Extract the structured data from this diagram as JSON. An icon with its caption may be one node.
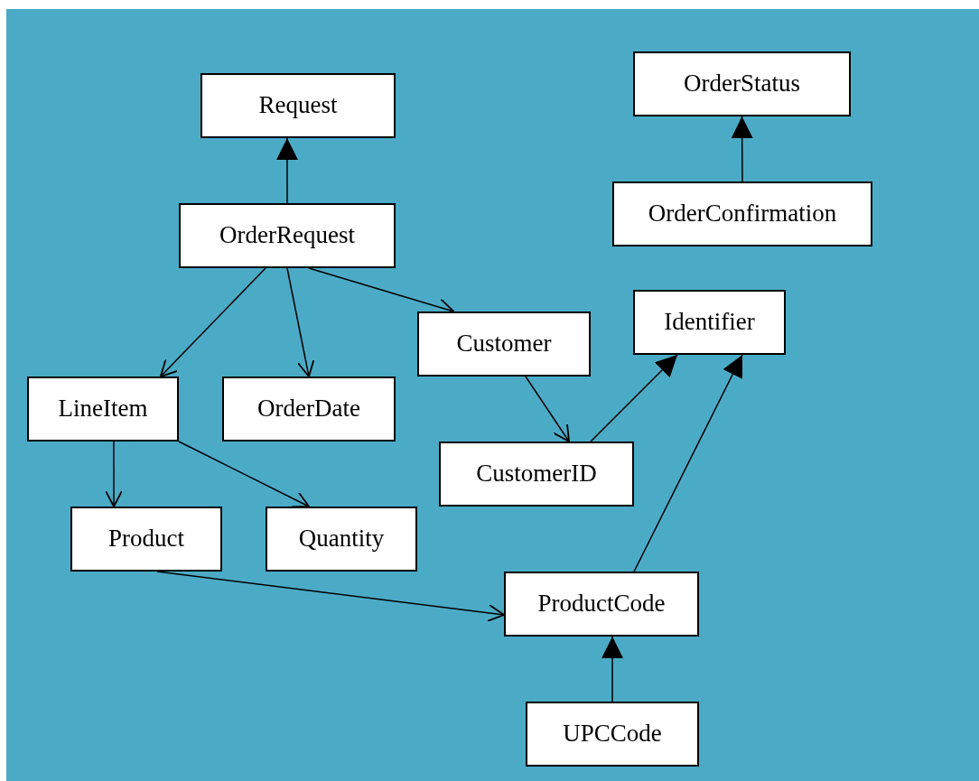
{
  "diagram": {
    "nodes": [
      {
        "text": [
          "Request"
        ]
      },
      {
        "text": [
          "OrderStatus"
        ]
      },
      {
        "text": [
          "OrderRequest"
        ]
      },
      {
        "text": [
          "OrderConfirmation"
        ]
      },
      {
        "text": [
          "Customer"
        ]
      },
      {
        "text": [
          "Identifier"
        ]
      },
      {
        "text": [
          "LineItem"
        ]
      },
      {
        "text": [
          "OrderDate"
        ]
      },
      {
        "text": [
          "CustomerID"
        ]
      },
      {
        "text": [
          "Product"
        ]
      },
      {
        "text": [
          "Quantity"
        ]
      },
      {
        "text": [
          "ProductCode"
        ]
      },
      {
        "text": [
          "UPCCode"
        ]
      }
    ],
    "edges": [
      {
        "from": 2,
        "to": 0,
        "arrow": "to"
      },
      {
        "from": 3,
        "to": 1,
        "arrow": "to"
      },
      {
        "from": 2,
        "to": 6,
        "arrow": "to"
      },
      {
        "from": 2,
        "to": 7,
        "arrow": "to"
      },
      {
        "from": 2,
        "to": 4,
        "arrow": "to"
      },
      {
        "from": 4,
        "to": 8,
        "arrow": "to"
      },
      {
        "from": 8,
        "to": 5,
        "arrow": "to"
      },
      {
        "from": 11,
        "to": 5,
        "arrow": "to"
      },
      {
        "from": 6,
        "to": 9,
        "arrow": "to"
      },
      {
        "from": 6,
        "to": 10,
        "arrow": "to"
      },
      {
        "from": 9,
        "to": 11,
        "arrow": "to"
      },
      {
        "from": 12,
        "to": 11,
        "arrow": "to"
      }
    ]
  }
}
